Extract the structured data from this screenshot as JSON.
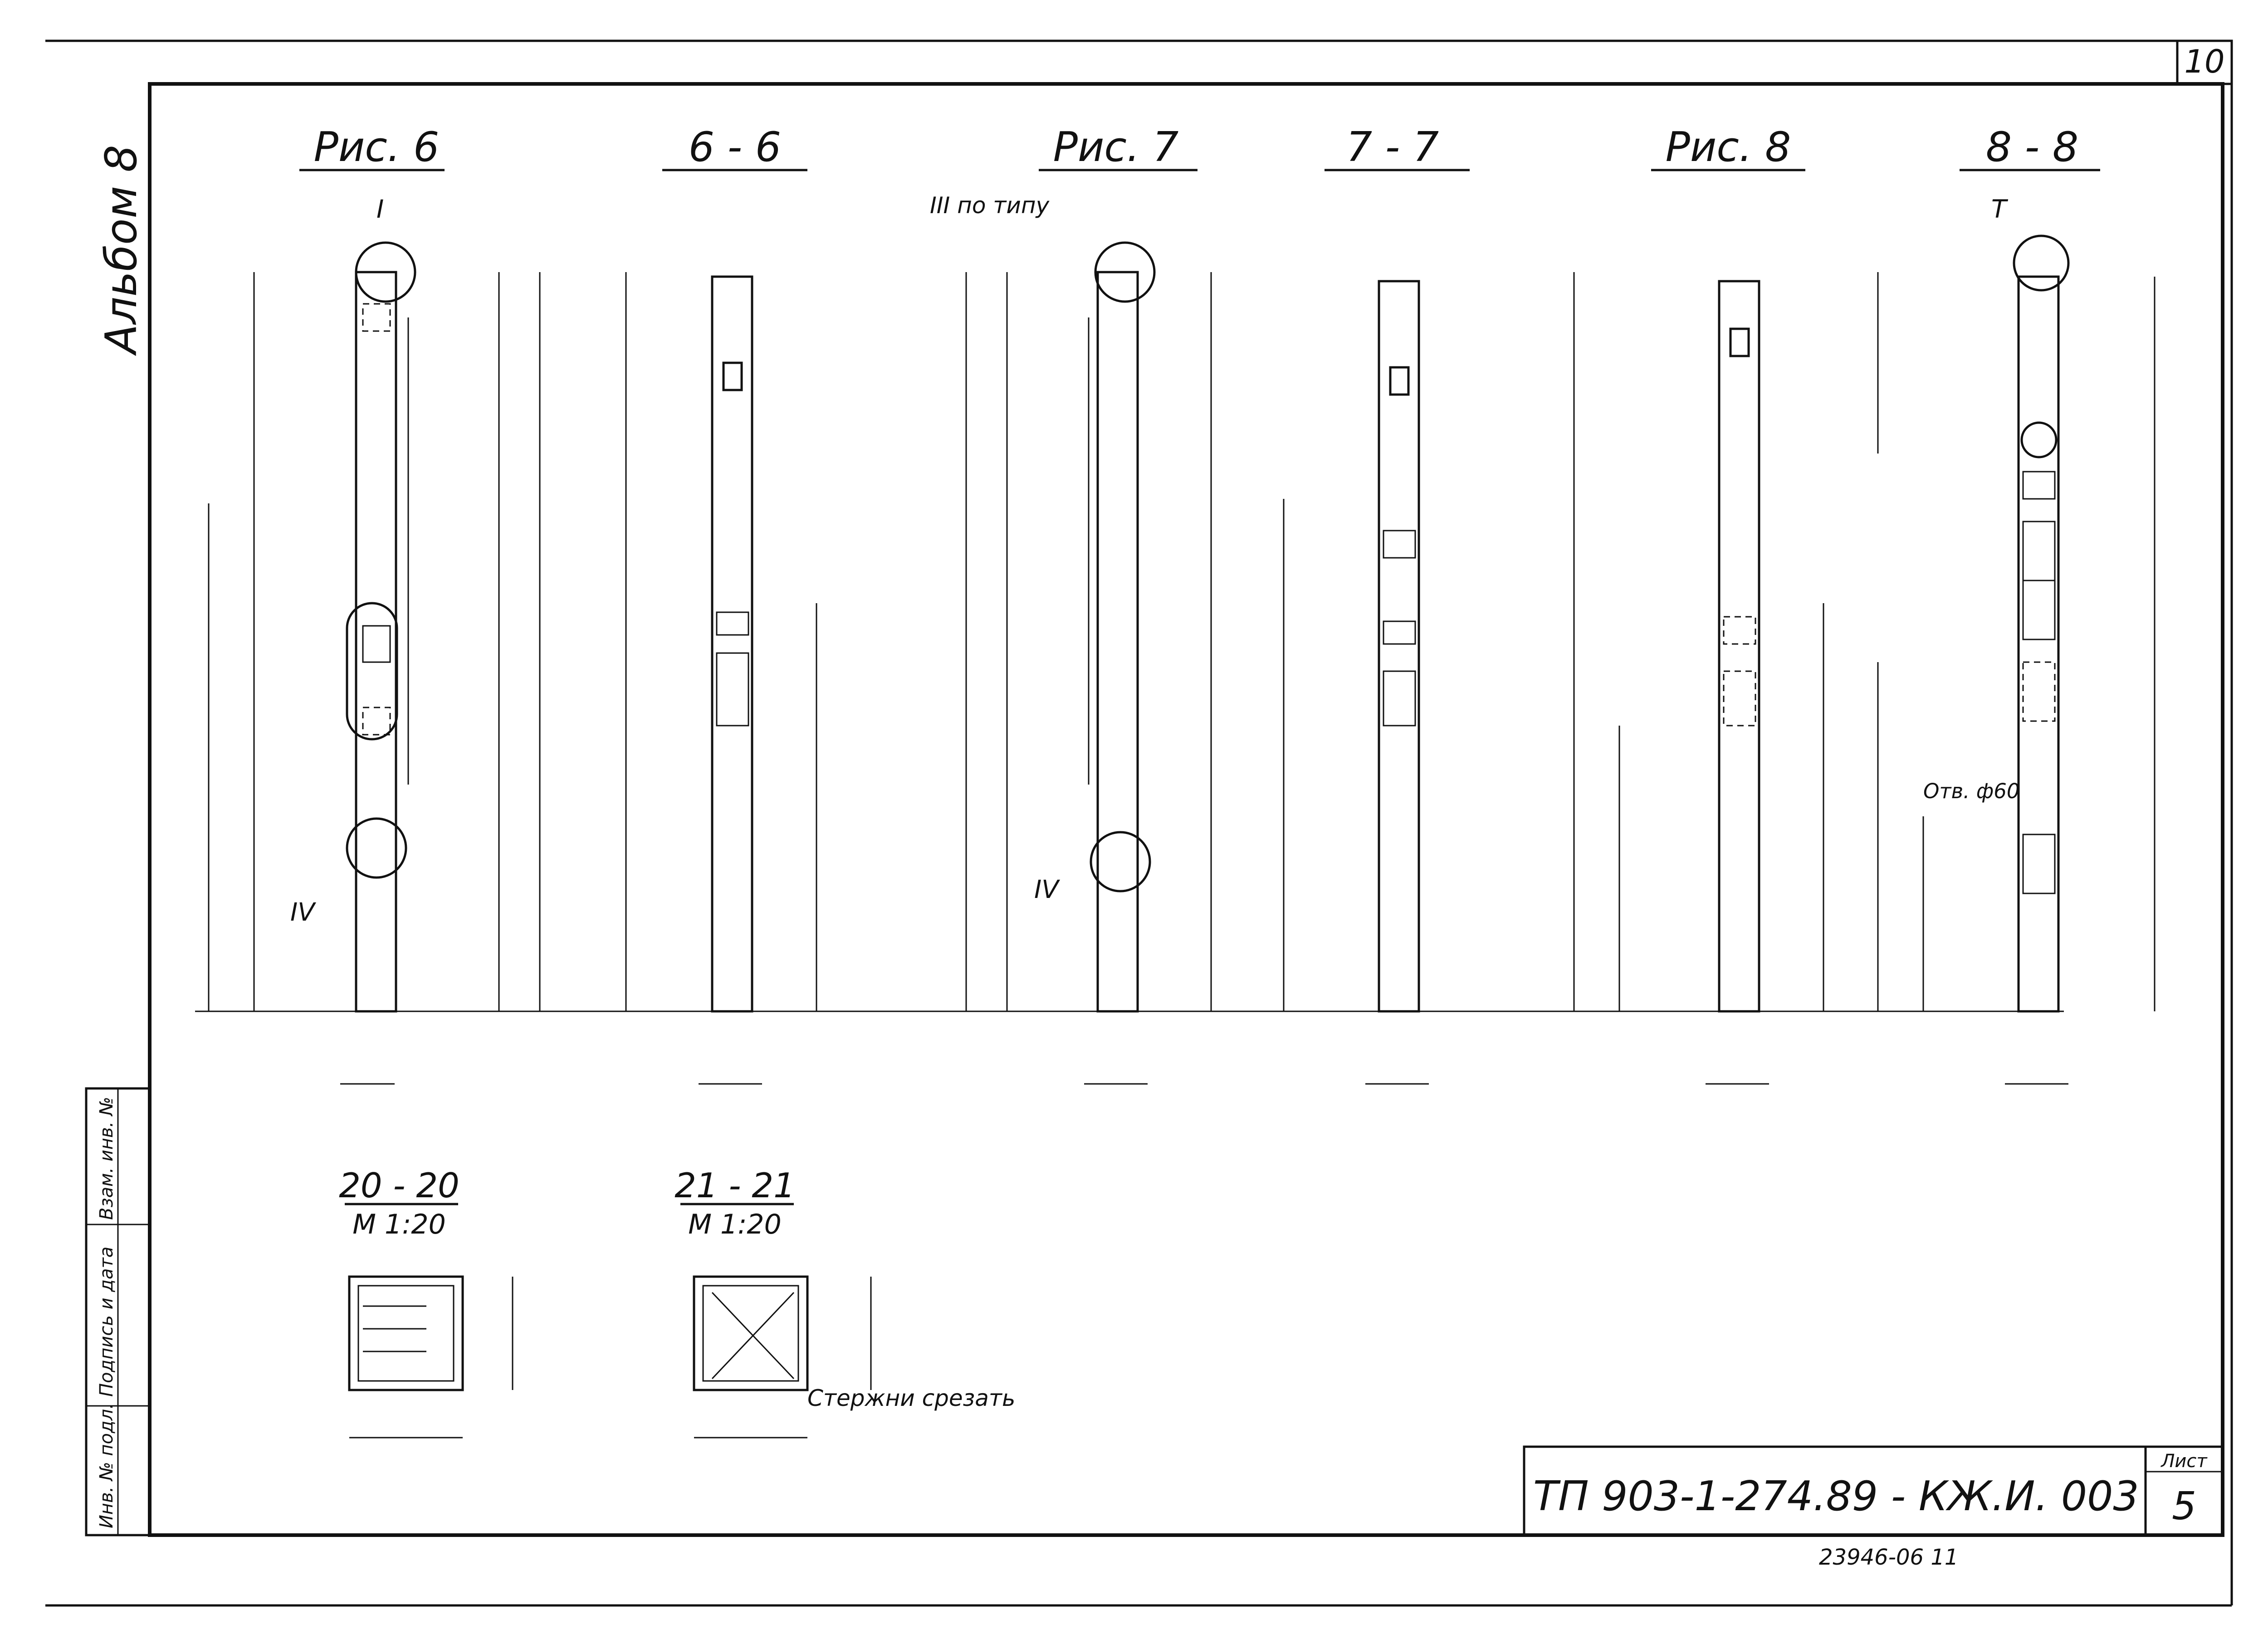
{
  "sheet_number": "10",
  "album_label": "Альбом 8",
  "figures": {
    "fig6": {
      "title": "Рис. 6",
      "sections": [
        "6-6"
      ]
    },
    "fig7": {
      "title": "Рис. 7",
      "sections": [
        "7-7"
      ]
    },
    "fig8": {
      "title": "Рис. 8",
      "sections": [
        "8-8"
      ]
    },
    "sec66": {
      "title": "6 - 6"
    },
    "sec77": {
      "title": "7 - 7"
    },
    "sec88": {
      "title": "8 - 8"
    },
    "sec2020": {
      "title": "20 - 20",
      "scale": "М 1:20"
    },
    "sec2121": {
      "title": "21 - 21",
      "scale": "М 1:20"
    }
  },
  "callouts": {
    "detail_I": "I",
    "detail_III": "III по типу",
    "detail_IV": "IV",
    "detail_T": "Т",
    "hole": "Отв. ф60",
    "cut_bars": "Стержни срезать"
  },
  "title_block": {
    "code": "ТП 903-1-274.89 - КЖ.И. 003",
    "sheet_label": "Лист",
    "sheet_value": "5",
    "stamp": "23946-06   11"
  },
  "side_stamp": {
    "cells": [
      "Инв. № подл.",
      "Подпись и дата",
      "Взам. инв. №"
    ]
  }
}
